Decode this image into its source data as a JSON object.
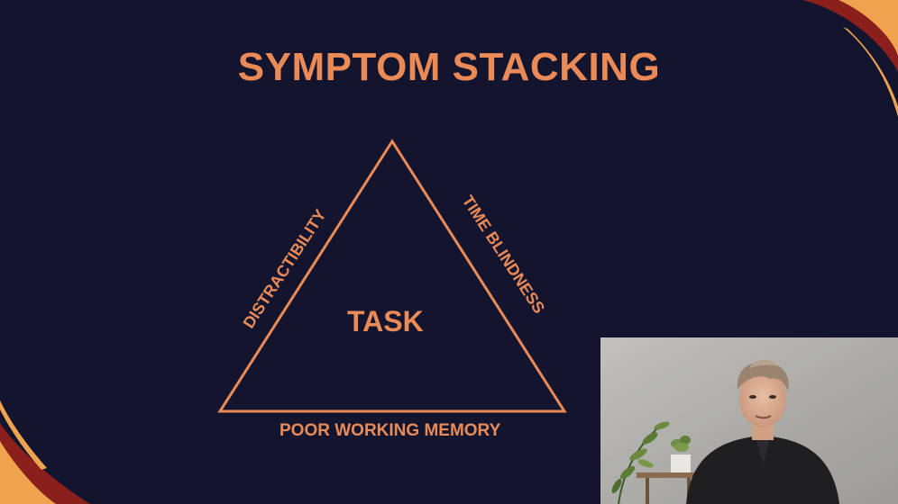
{
  "slide": {
    "title": "SYMPTOM STACKING"
  },
  "diagram": {
    "center_label": "TASK",
    "left_side_label": "DISTRACTIBILITY",
    "right_side_label": "TIME BLINDNESS",
    "bottom_side_label": "POOR WORKING MEMORY"
  },
  "colors": {
    "background": "#13152f",
    "accent": "#ea8a57",
    "corner_red": "#8a1f1c",
    "corner_orange": "#f0a34e"
  },
  "icons": {
    "webcam": "presenter-video-feed"
  }
}
